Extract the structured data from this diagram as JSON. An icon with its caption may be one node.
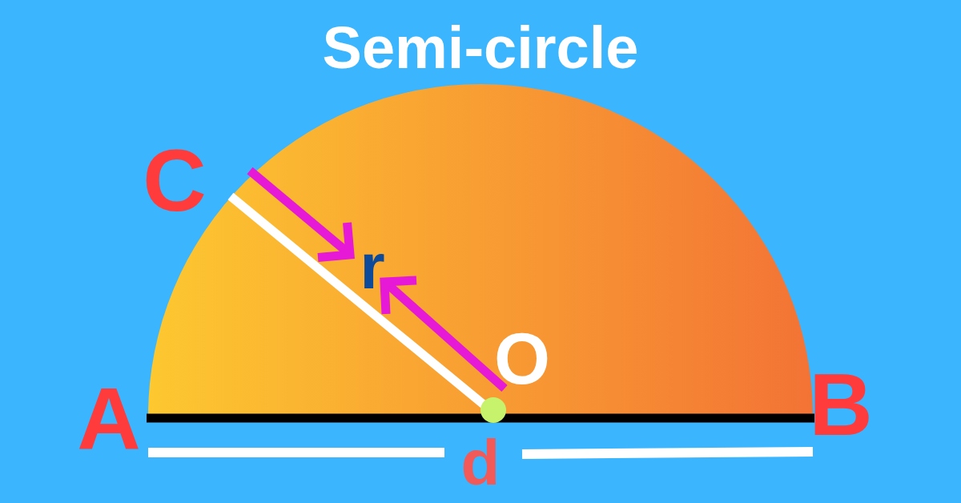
{
  "diagram": {
    "title": "Semi-circle",
    "labels": [
      "C",
      "r",
      "O",
      "A",
      "B",
      "d"
    ]
  }
}
